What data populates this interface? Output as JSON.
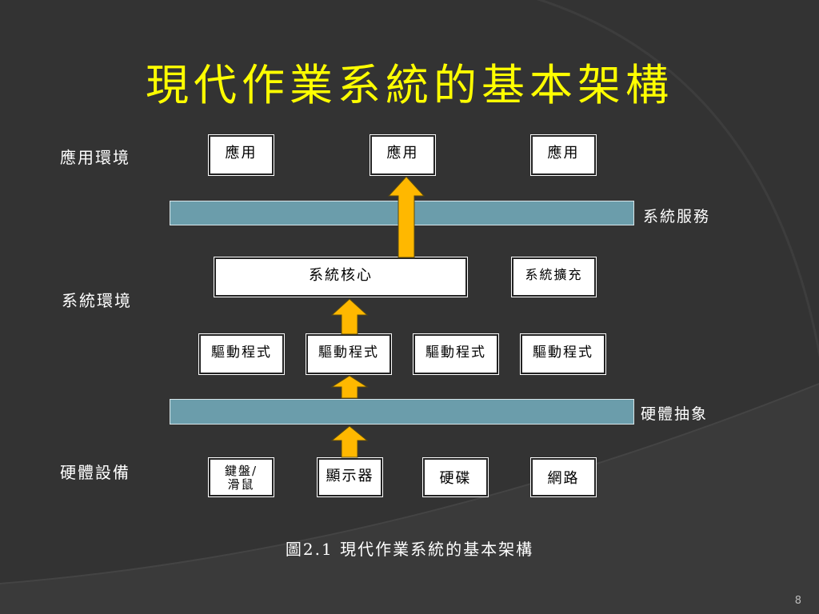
{
  "slide": {
    "title": "現代作業系統的基本架構",
    "caption": "圖2.1  現代作業系統的基本架構",
    "page_number": "8"
  },
  "labels": {
    "app_env": "應用環境",
    "sys_env": "系統環境",
    "hw_devices": "硬體設備",
    "sys_services": "系統服務",
    "hw_abstraction": "硬體抽象"
  },
  "apps": [
    "應用",
    "應用",
    "應用"
  ],
  "kernel": {
    "core": "系統核心",
    "extension": "系統擴充"
  },
  "drivers": [
    "驅動程式",
    "驅動程式",
    "驅動程式",
    "驅動程式"
  ],
  "devices": {
    "keyboard_mouse_line1": "鍵盤/",
    "keyboard_mouse_line2": "滑鼠",
    "monitor": "顯示器",
    "disk": "硬碟",
    "network": "網路"
  },
  "colors": {
    "background": "#333333",
    "title": "#ffff00",
    "layer_bar": "#6b9dab",
    "arrow": "#ffb800"
  }
}
